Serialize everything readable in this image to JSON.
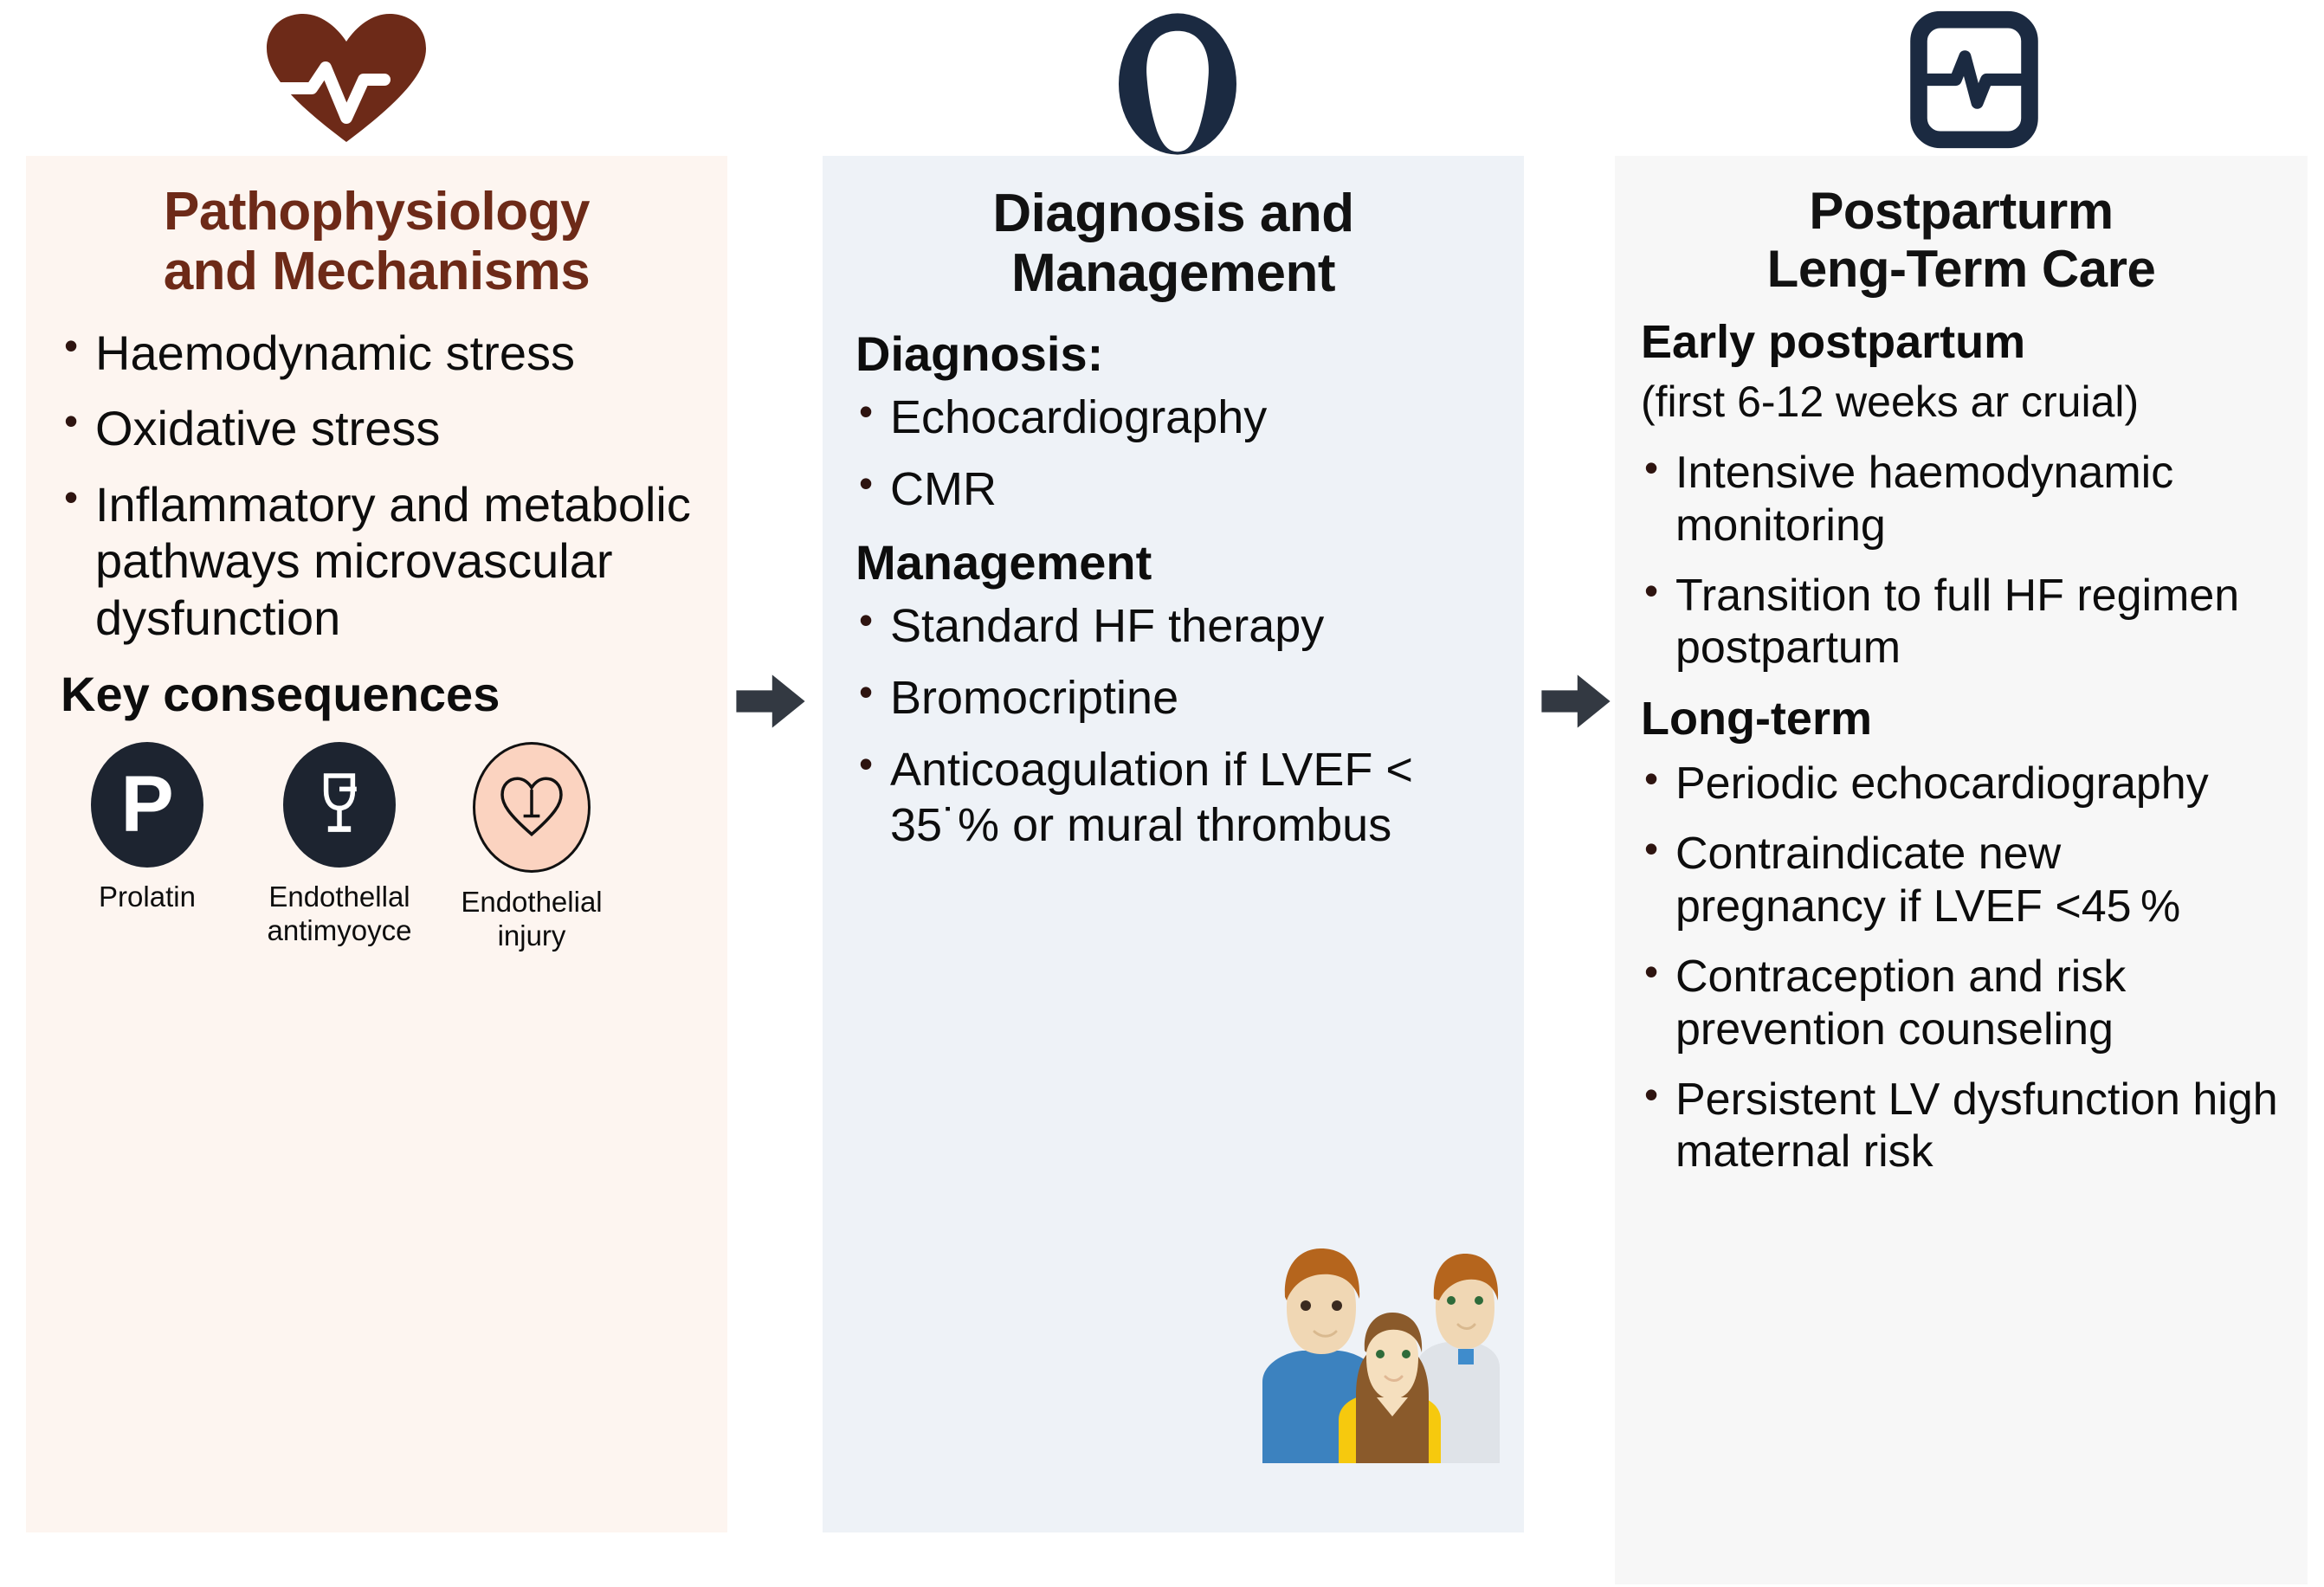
{
  "panels": [
    {
      "id": "pathophysiology",
      "icon": "heart-pulse-icon",
      "title_line1": "Pathophysiology",
      "title_line2": "and Mechanisms",
      "accent_color": "#6d2a18",
      "background_color": "#fdf5f0",
      "bullets": [
        "Haemodynamic stress",
        "Oxidative stress",
        "Inflammatory and metabolic pathways microvascular dysfunction"
      ],
      "key_consequences_head": "Key consequences",
      "key_consequences": [
        {
          "glyph": "P",
          "icon_name": "prolactin-p-icon",
          "label": "Prolatin",
          "circle_color": "#1d2430"
        },
        {
          "glyph": "goblet",
          "icon_name": "goblet-icon",
          "label": "Endothellal antimyoyce",
          "circle_color": "#1d2430"
        },
        {
          "glyph": "heart-outline",
          "icon_name": "heart-injury-icon",
          "label": "Endothelial injury",
          "circle_color": "#fbd3c0"
        }
      ]
    },
    {
      "id": "diagnosis-management",
      "icon": "woman-head-icon",
      "title_line1": "Diagnosis and",
      "title_line2": "Management",
      "background_color": "#eef2f7",
      "diagnosis_head": "Diagnosis:",
      "diagnosis_bullets": [
        "Echocardiography",
        "CMR"
      ],
      "management_head": "Management",
      "management_bullets": [
        "Standard HF therapy",
        "Bromocriptine",
        "Anticoagulation if LVEF < 35˙% or mural thrombus"
      ],
      "illustration": "family-photo-illustration"
    },
    {
      "id": "postpartum-longterm",
      "icon": "ecg-monitor-icon",
      "title_line1": "Postparturm",
      "title_line2": "Leng-Term Care",
      "background_color": "#f7f7f7",
      "early_head": "Early postpartum",
      "early_note": "(first 6-12 weeks ar cruial)",
      "early_bullets": [
        "Intensive haemodynamic monitoring",
        "Transition to full HF regimen postpartum"
      ],
      "longterm_head": "Long-term",
      "longterm_bullets": [
        "Periodic echocardiography",
        "Contraindicate new pregnancy if LVEF <45 %",
        "Contraception and risk prevention counseling",
        "Persistent LV dysfunction high maternal risk"
      ]
    }
  ],
  "arrows": [
    {
      "name": "arrow-panel1-to-panel2",
      "color": "#333942"
    },
    {
      "name": "arrow-panel2-to-panel3",
      "color": "#333942"
    }
  ]
}
